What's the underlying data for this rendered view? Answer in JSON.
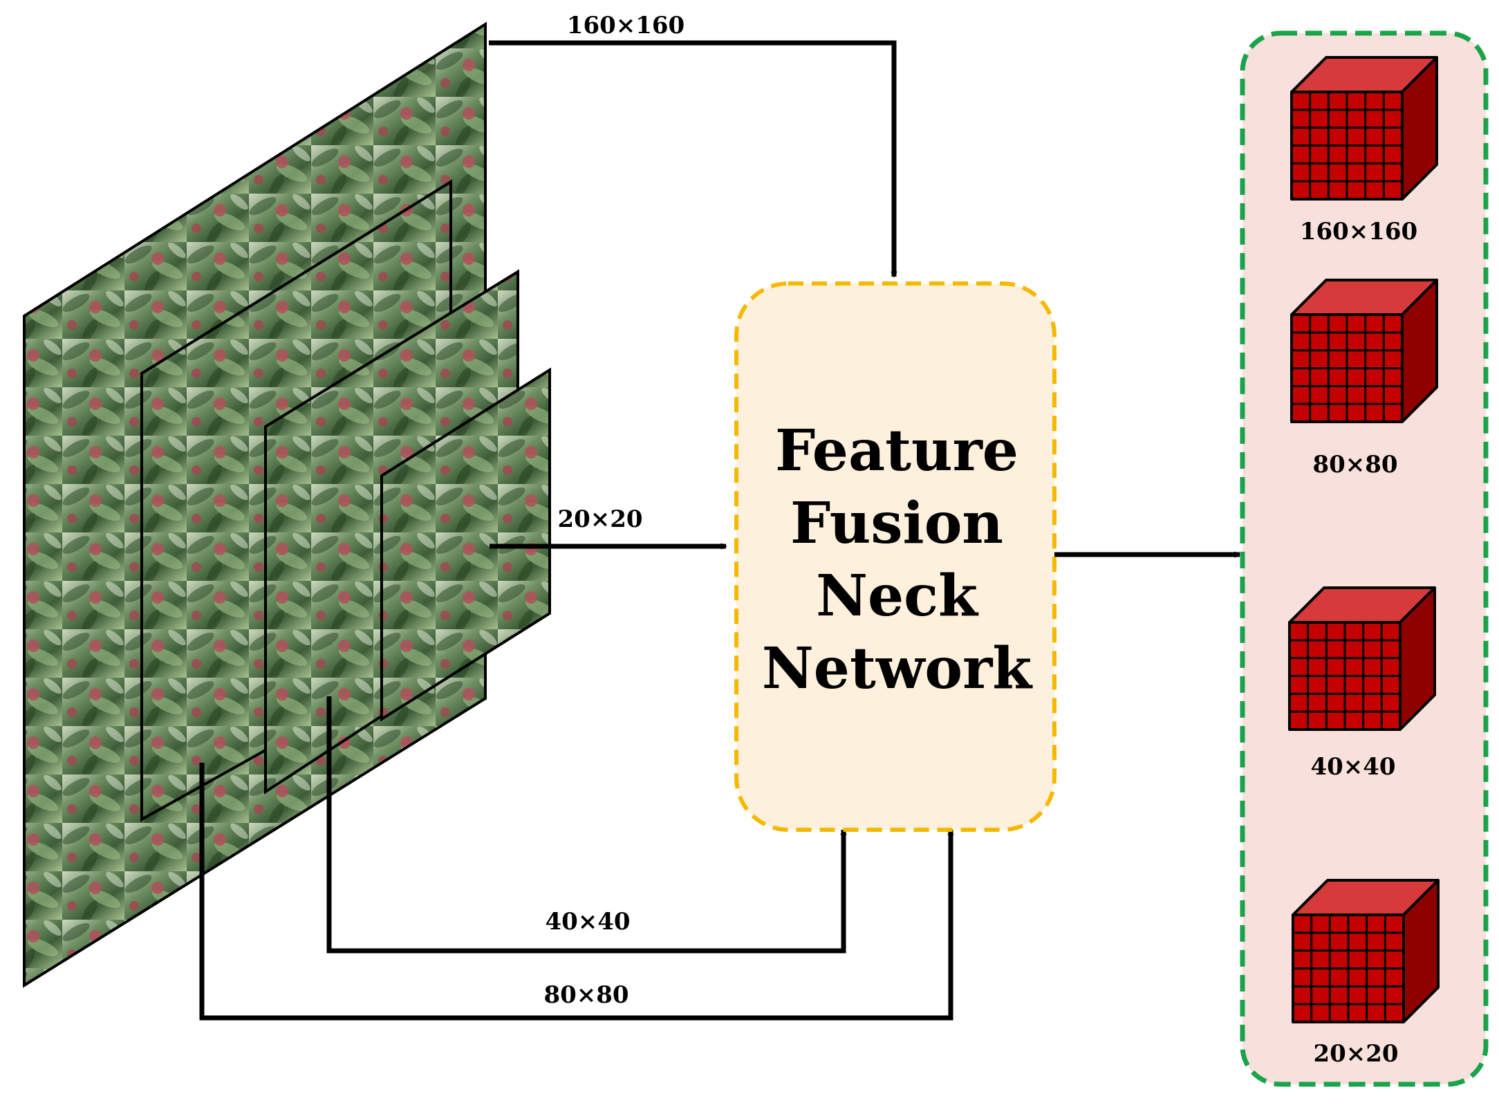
{
  "feature_maps": {
    "label_160": "160×160",
    "label_20": "20×20",
    "label_40": "40×40",
    "label_80": "80×80"
  },
  "neck": {
    "line1": "Feature",
    "line2": "Fusion",
    "line3": "Neck",
    "line4": "Network"
  },
  "outputs": {
    "items": [
      {
        "label": "160×160"
      },
      {
        "label": "80×80"
      },
      {
        "label": "40×40"
      },
      {
        "label": "20×20"
      }
    ]
  },
  "colors": {
    "neck_fill": "#fdf0dc",
    "neck_border": "#f5b800",
    "output_fill": "#f8e0dc",
    "output_border": "#1aa34a",
    "cube_front": "#c40000",
    "cube_top": "#d63a3a",
    "cube_side": "#8f0000",
    "foliage_dark": "#2f4f2c",
    "foliage_light": "#8fb07a",
    "fruit": "#b0505a"
  }
}
